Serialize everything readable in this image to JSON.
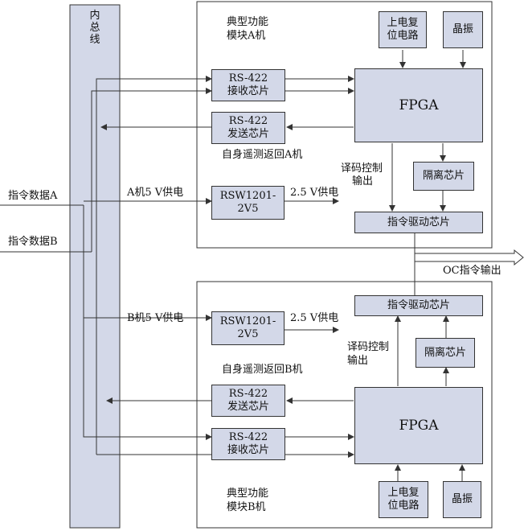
{
  "bus": {
    "label": "内总线"
  },
  "inputs": {
    "cmd_a": "指令数据A",
    "cmd_b": "指令数据B"
  },
  "module_a": {
    "title_line1": "典型功能",
    "title_line2": "模块A机",
    "power_on_reset_line1": "上电复",
    "power_on_reset_line2": "位电路",
    "crystal": "晶振",
    "rx_line1": "RS-422",
    "rx_line2": "接收芯片",
    "tx_line1": "RS-422",
    "tx_line2": "发送芯片",
    "fpga": "FPGA",
    "telemetry": "自身遥测返回A机",
    "decode_line1": "译码控制",
    "decode_line2": "输出",
    "isolation": "隔离芯片",
    "regulator_line1": "RSW1201-",
    "regulator_line2": "2V5",
    "supply_out": "2.5 V供电",
    "driver": "指令驱动芯片",
    "supply_in": "A机5 V供电"
  },
  "module_b": {
    "title_line1": "典型功能",
    "title_line2": "模块B机",
    "power_on_reset_line1": "上电复",
    "power_on_reset_line2": "位电路",
    "crystal": "晶振",
    "rx_line1": "RS-422",
    "rx_line2": "接收芯片",
    "tx_line1": "RS-422",
    "tx_line2": "发送芯片",
    "fpga": "FPGA",
    "telemetry": "自身遥测返回B机",
    "decode_line1": "译码控制",
    "decode_line2": "输出",
    "isolation": "隔离芯片",
    "regulator_line1": "RSW1201-",
    "regulator_line2": "2V5",
    "supply_out": "2.5 V供电",
    "driver": "指令驱动芯片",
    "supply_in": "B机5 V供电"
  },
  "output": {
    "label": "OC指令输出"
  }
}
